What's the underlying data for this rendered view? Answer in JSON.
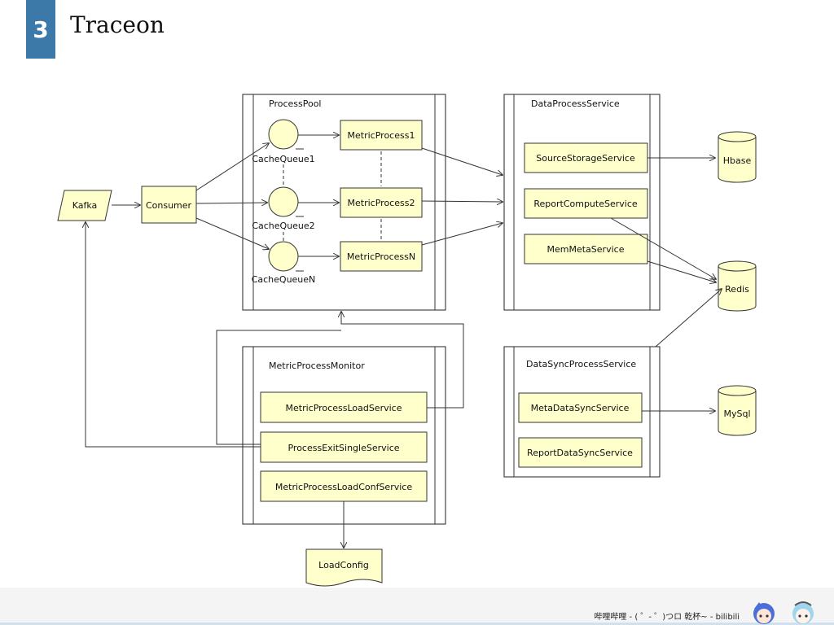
{
  "header": {
    "slide_number": "3",
    "title": "Traceon"
  },
  "diagram": {
    "nodes": {
      "kafka": "Kafka",
      "consumer": "Consumer",
      "process_pool": "ProcessPool",
      "cache_queue_1": "CacheQueue1",
      "cache_queue_2": "CacheQueue2",
      "cache_queue_n": "CacheQueueN",
      "metric_process_1": "MetricProcess1",
      "metric_process_2": "MetricProcess2",
      "metric_process_n": "MetricProcessN",
      "data_process_service": "DataProcessService",
      "source_storage_service": "SourceStorageService",
      "report_compute_service": "ReportComputeService",
      "mem_meta_service": "MemMetaService",
      "hbase": "Hbase",
      "redis": "Redis",
      "mysql": "MySql",
      "metric_process_monitor": "MetricProcessMonitor",
      "metric_process_load_service": "MetricProcessLoadService",
      "process_exit_single_service": "ProcessExitSingleService",
      "metric_process_load_conf_service": "MetricProcessLoadConfService",
      "data_sync_process_service": "DataSyncProcessService",
      "meta_data_sync_service": "MetaDataSyncService",
      "report_data_sync_service": "ReportDataSyncService",
      "load_config": "LoadConfig"
    },
    "edges": [
      {
        "from": "kafka",
        "to": "consumer"
      },
      {
        "from": "consumer",
        "to": "cache_queue_1"
      },
      {
        "from": "consumer",
        "to": "cache_queue_2"
      },
      {
        "from": "consumer",
        "to": "cache_queue_n"
      },
      {
        "from": "cache_queue_1",
        "to": "metric_process_1"
      },
      {
        "from": "cache_queue_2",
        "to": "metric_process_2"
      },
      {
        "from": "cache_queue_n",
        "to": "metric_process_n"
      },
      {
        "from": "metric_process_1",
        "to": "data_process_service"
      },
      {
        "from": "metric_process_2",
        "to": "data_process_service"
      },
      {
        "from": "metric_process_n",
        "to": "data_process_service"
      },
      {
        "from": "source_storage_service",
        "to": "hbase"
      },
      {
        "from": "report_compute_service",
        "to": "redis"
      },
      {
        "from": "mem_meta_service",
        "to": "redis"
      },
      {
        "from": "data_sync_process_service",
        "to": "redis"
      },
      {
        "from": "meta_data_sync_service",
        "to": "mysql"
      },
      {
        "from": "metric_process_load_service",
        "to": "process_pool"
      },
      {
        "from": "process_exit_single_service",
        "to": "process_pool"
      },
      {
        "from": "process_exit_single_service",
        "to": "kafka"
      },
      {
        "from": "metric_process_load_conf_service",
        "to": "load_config"
      }
    ]
  },
  "footer": {
    "watermark_text": "哔哩哔哩 - ( ゜- ゜)つロ 乾杯~ - bilibili"
  },
  "colors": {
    "badge": "#3c78a8",
    "node_fill": "#ffffcc",
    "stroke": "#333333"
  }
}
